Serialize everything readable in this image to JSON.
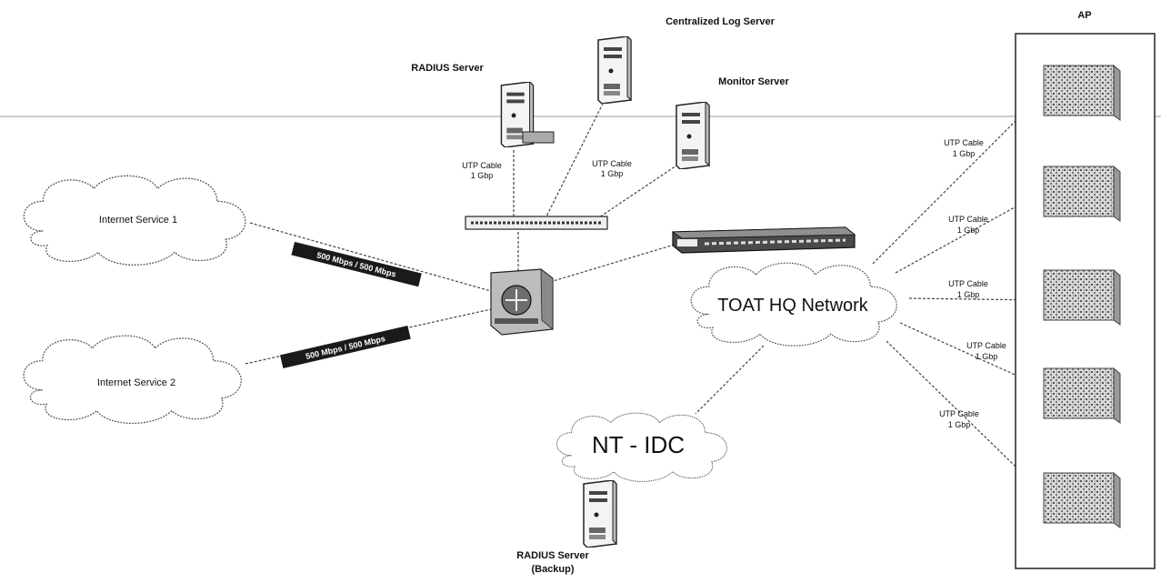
{
  "servers": {
    "radius": "RADIUS Server",
    "central_log": "Centralized Log Server",
    "monitor": "Monitor Server",
    "radius_backup_line1": "RADIUS Server",
    "radius_backup_line2": "(Backup)"
  },
  "clouds": {
    "internet1": "Internet Service 1",
    "internet2": "Internet Service 2",
    "hq": "TOAT HQ Network",
    "idc": "NT - IDC"
  },
  "links": {
    "band1": "500 Mbps / 500 Mbps",
    "band2": "500 Mbps / 500 Mbps"
  },
  "cables": {
    "server_a_1": "UTP Cable",
    "server_a_2": "1 Gbp",
    "server_b_1": "UTP Cable",
    "server_b_2": "1 Gbp",
    "ap1_1": "UTP Cable",
    "ap1_2": "1 Gbp",
    "ap2_1": "UTP Cable",
    "ap2_2": "1 Gbp",
    "ap3_1": "UTP Cable",
    "ap3_2": "1 Gbp",
    "ap4_1": "UTP Cable",
    "ap4_2": "1 Gbp",
    "ap5_1": "UTP Cable",
    "ap5_2": "1 Gbp"
  },
  "ap_group": {
    "label": "AP"
  },
  "icons": [
    "server-icon",
    "switch-icon",
    "firewall-icon",
    "access-point-icon",
    "cloud-icon"
  ]
}
